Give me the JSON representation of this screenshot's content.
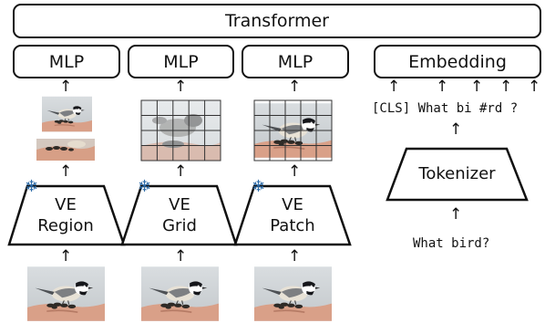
{
  "transformer": {
    "label": "Transformer"
  },
  "mlp_boxes": [
    {
      "label": "MLP"
    },
    {
      "label": "MLP"
    },
    {
      "label": "MLP"
    }
  ],
  "embedding": {
    "label": "Embedding"
  },
  "encoders": [
    {
      "line1": "VE",
      "line2": "Region",
      "icon": "snowflake-icon"
    },
    {
      "line1": "VE",
      "line2": "Grid",
      "icon": "snowflake-icon"
    },
    {
      "line1": "VE",
      "line2": "Patch",
      "icon": "snowflake-icon"
    }
  ],
  "tokens": {
    "text": "[CLS] What bi #rd ?"
  },
  "tokenizer": {
    "label": "Tokenizer"
  },
  "input_text": {
    "text": "What bird?"
  },
  "images": {
    "photo_caption": "",
    "bird_icon": "bird-photo"
  },
  "colors": {
    "snowflake": "#2a6aa8",
    "grid_lines": "#333333"
  }
}
